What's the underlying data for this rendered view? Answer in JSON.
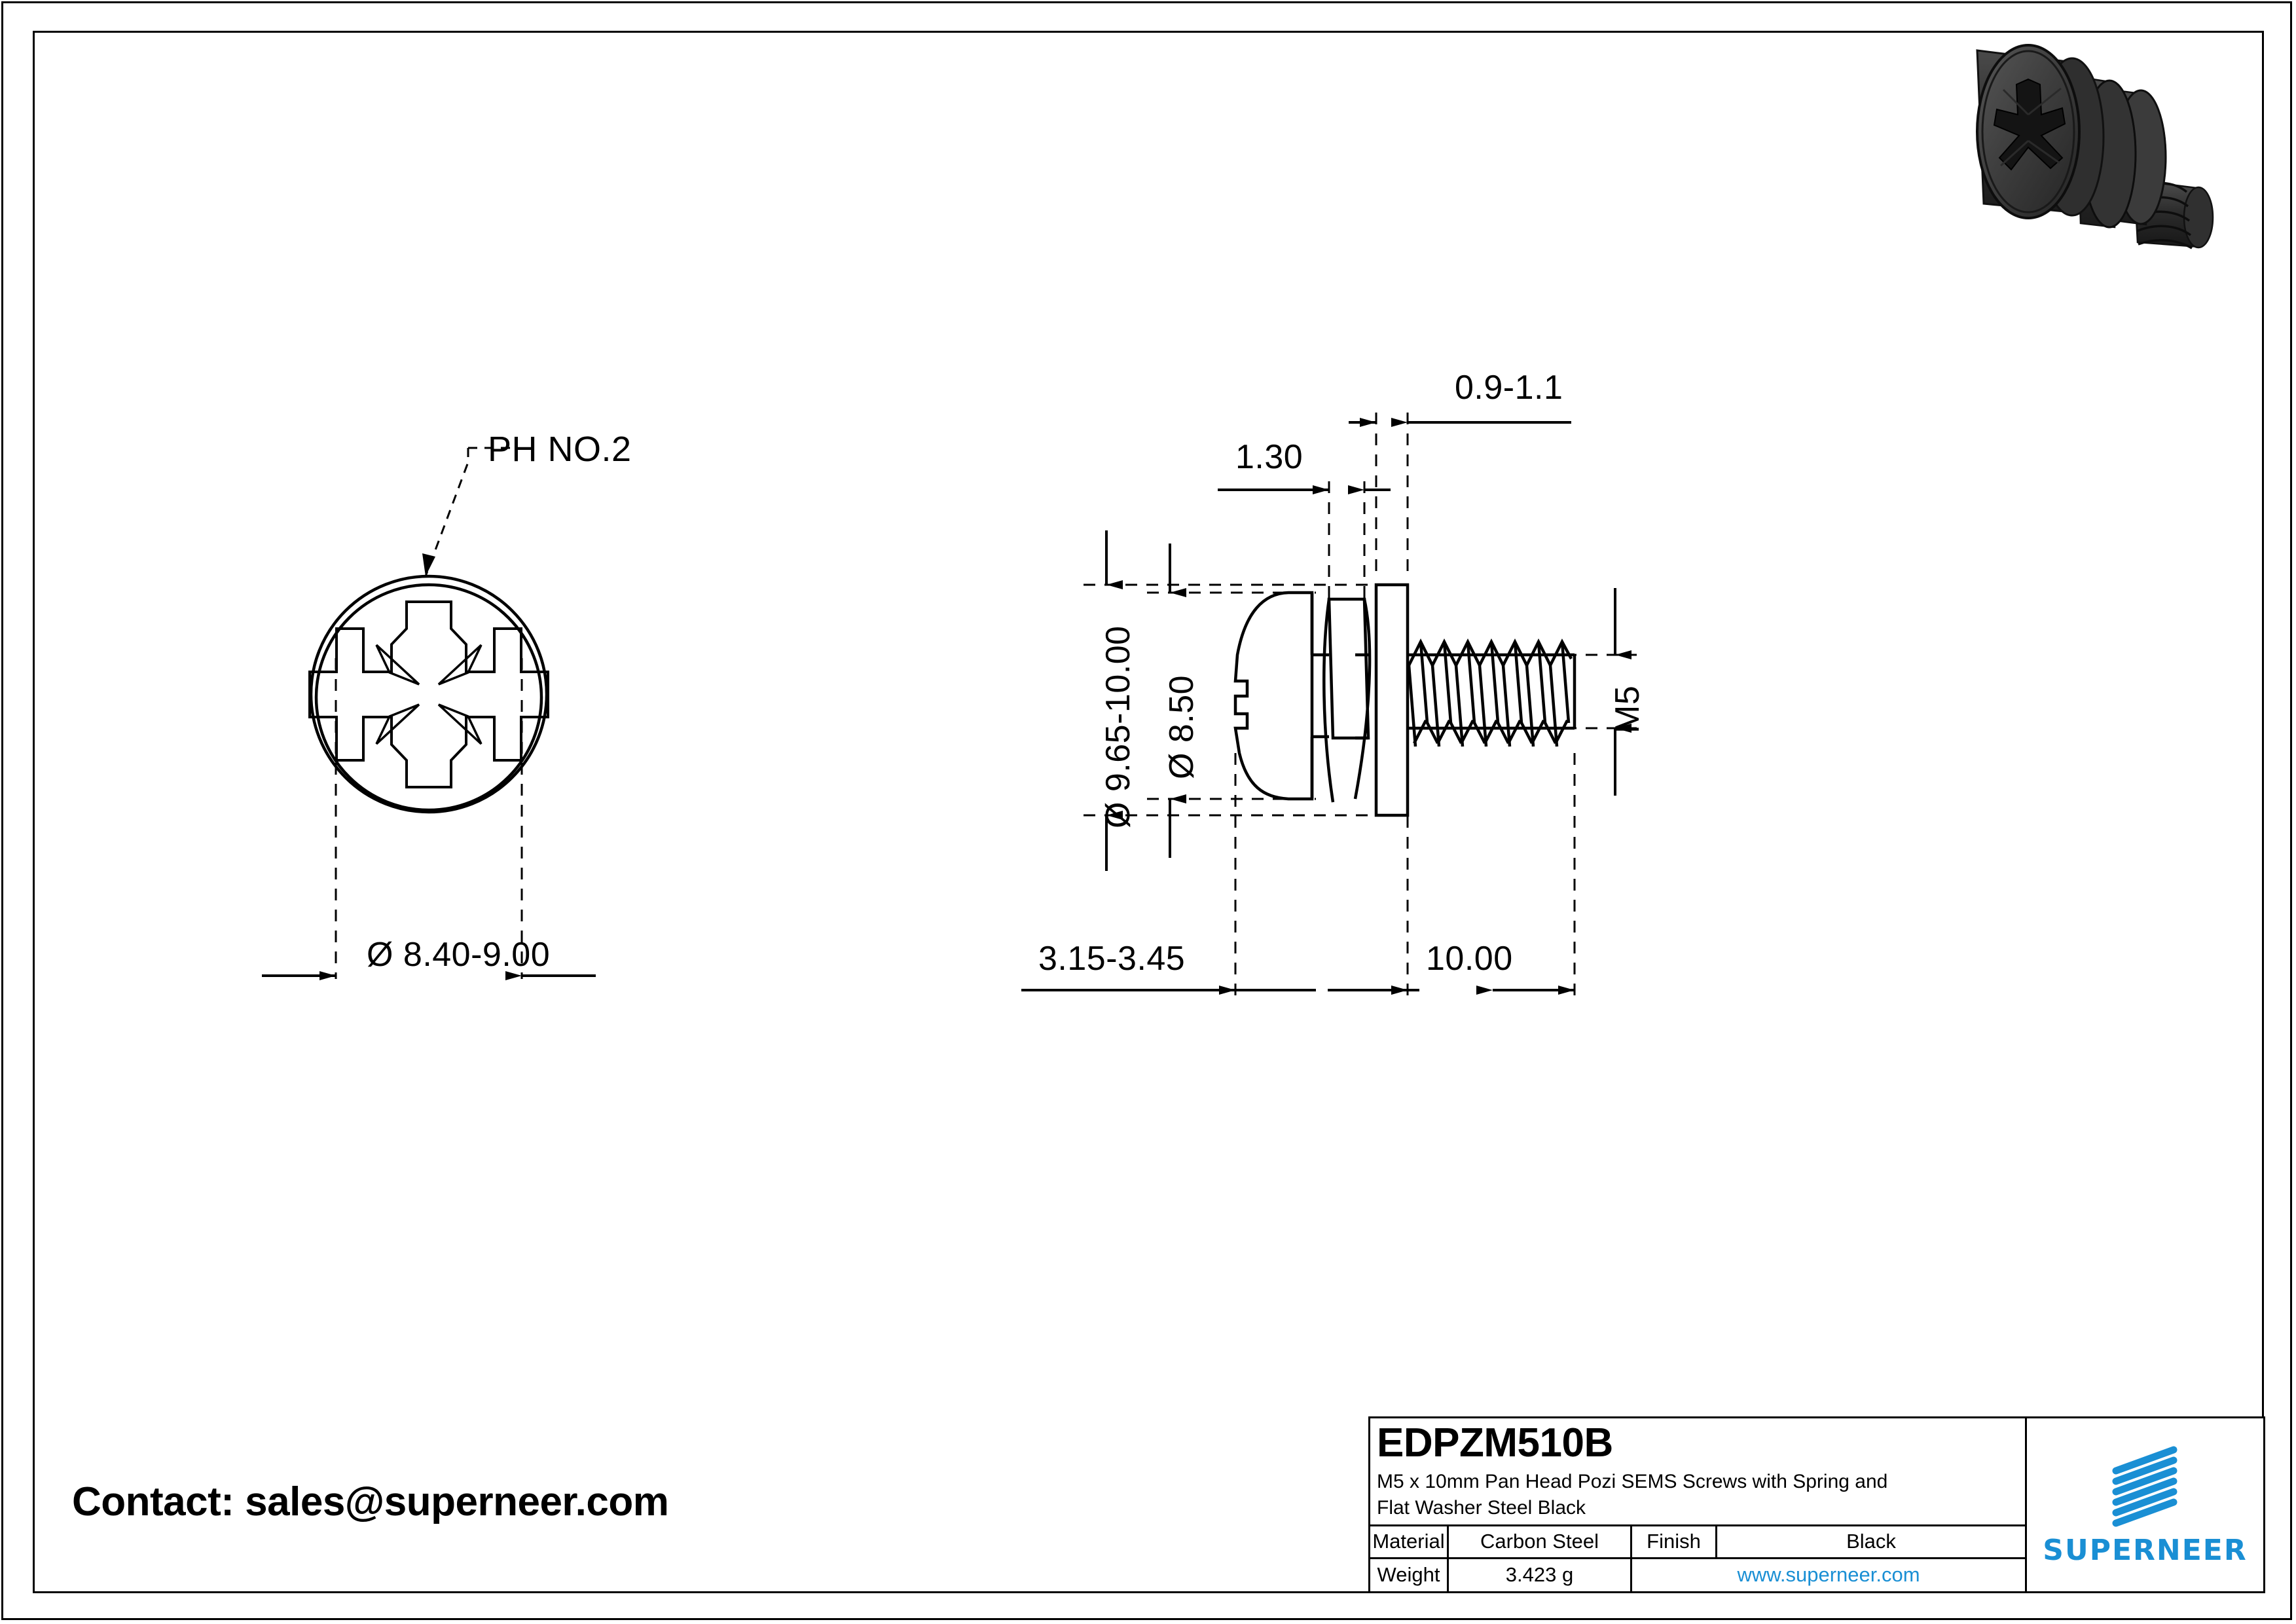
{
  "sheet": {
    "contact": "Contact: sales@superneer.com",
    "accent_color": "#1a8fd4",
    "line_color": "#000000",
    "background": "#ffffff"
  },
  "title_block": {
    "part_number": "EDPZM510B",
    "description_line1": "M5 x 10mm Pan Head Pozi SEMS Screws with Spring and",
    "description_line2": "Flat Washer Steel Black",
    "material_label": "Material",
    "material_value": "Carbon Steel",
    "finish_label": "Finish",
    "finish_value": "Black",
    "weight_label": "Weight",
    "weight_value": "3.423 g",
    "website": "www.superneer.com",
    "brand": "SUPERNEER"
  },
  "views": {
    "top_view": {
      "name": "head-end-view",
      "callout": "PH NO.2",
      "head_diameter": "Ø 8.40-9.00"
    },
    "side_view": {
      "name": "side-elevation-view",
      "flat_washer_thickness": "0.9-1.1",
      "spring_washer_thickness": "1.30",
      "washer_outer_diameter": "Ø 9.65-10.00",
      "head_diameter": "Ø 8.50",
      "thread_designation": "M5",
      "head_plus_washer_height": "3.15-3.45",
      "thread_length": "10.00"
    }
  },
  "render": {
    "name": "isometric-screw-render",
    "body_color": "#3a3a3a",
    "shadow_color": "#1a1a1a",
    "highlight_color": "#5a5a5a"
  }
}
